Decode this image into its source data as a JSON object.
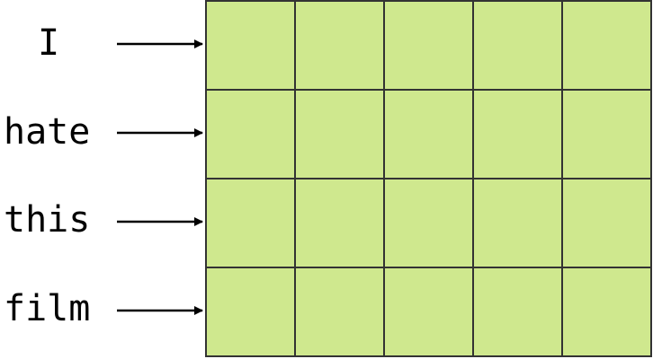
{
  "tokens": [
    "I",
    "hate",
    "this",
    "film"
  ],
  "grid": {
    "rows": 4,
    "columns": 5,
    "cell_color": "#cfe88e",
    "line_color": "#333333"
  },
  "arrow_color": "#000000"
}
